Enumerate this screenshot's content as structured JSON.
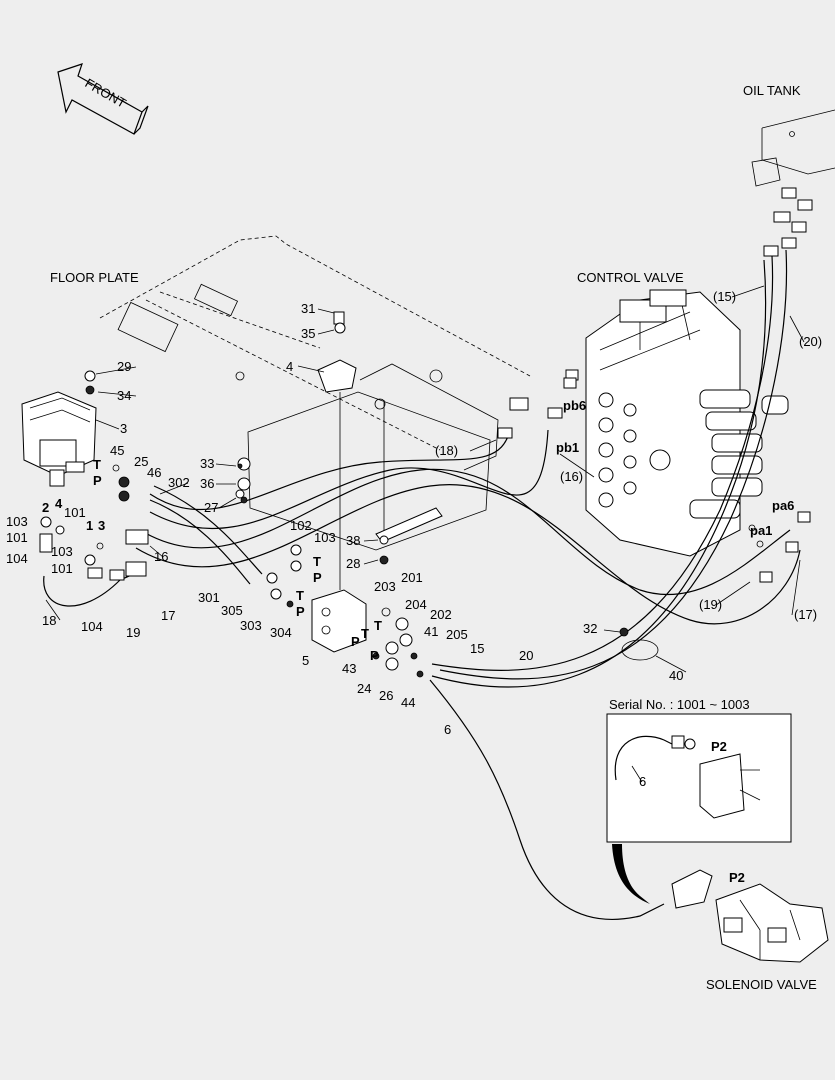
{
  "titles": {
    "front": "FRONT",
    "oil_tank": "OIL TANK",
    "floor_plate": "FLOOR PLATE",
    "control_valve": "CONTROL VALVE",
    "solenoid_valve": "SOLENOID VALVE",
    "serial_note": "Serial No. : 1001 ~ 1003"
  },
  "ports": {
    "pb6": "pb6",
    "pb1": "pb1",
    "pa6": "pa6",
    "pa1": "pa1",
    "p2_inset": "P2",
    "p2_main": "P2"
  },
  "pins": {
    "t_left": "T",
    "p_left": "P",
    "t_mid": "T",
    "p_mid": "P",
    "t_mid2": "T",
    "p_mid2": "P",
    "t_block": "T",
    "p_block": "P",
    "t_block2": "T",
    "p_block2": "P"
  },
  "parts": {
    "p31": "31",
    "p35": "35",
    "p4": "4",
    "p29": "29",
    "p34": "34",
    "p3": "3",
    "p45": "45",
    "p25": "25",
    "p46": "46",
    "p302": "302",
    "p33": "33",
    "p36": "36",
    "p27": "27",
    "p2": "2",
    "p4b": "4",
    "p101a": "101",
    "p103a": "103",
    "p101b": "101",
    "p1": "1",
    "p3b": "3",
    "p103b": "103",
    "p104a": "104",
    "p101c": "101",
    "p16": "16",
    "p18": "18",
    "p104b": "104",
    "p19": "19",
    "p17": "17",
    "p301": "301",
    "p305": "305",
    "p303": "303",
    "p304": "304",
    "p102": "102",
    "p103c": "103",
    "p5": "5",
    "p203": "203",
    "p201": "201",
    "p204": "204",
    "p202": "202",
    "p41": "41",
    "p205": "205",
    "p43": "43",
    "p24": "24",
    "p26": "26",
    "p44": "44",
    "p15": "15",
    "p20": "20",
    "p6": "6",
    "p38": "38",
    "p28": "28",
    "p32": "32",
    "p40": "40",
    "p15p": "(15)",
    "p20p": "(20)",
    "p18p": "(18)",
    "p16p": "(16)",
    "p19p": "(19)",
    "p17p": "(17)",
    "p6inset": "6"
  }
}
